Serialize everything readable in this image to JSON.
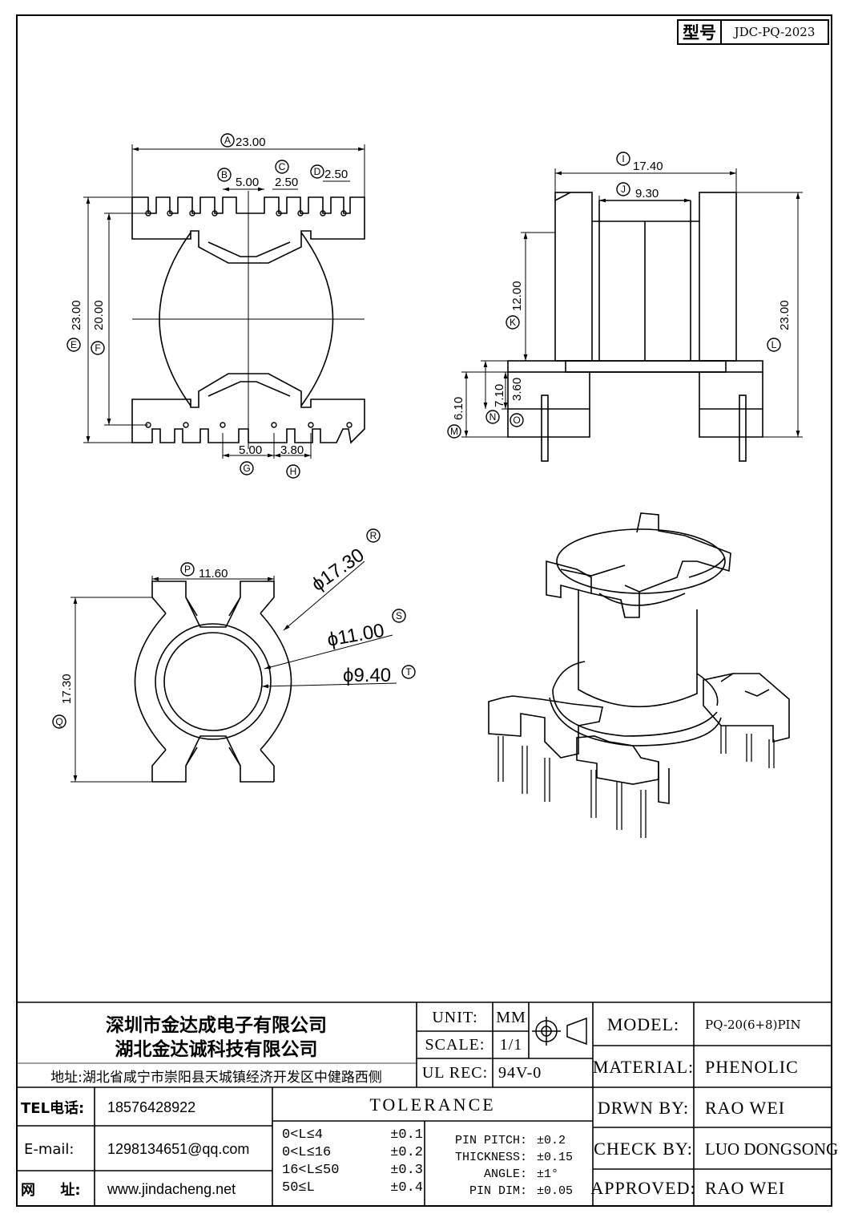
{
  "model_box": {
    "label": "型号",
    "value": "JDC-PQ-2023"
  },
  "dims": {
    "A": "23.00",
    "B": "5.00",
    "C": "2.50",
    "D": "2.50",
    "E": "23.00",
    "F": "20.00",
    "G": "5.00",
    "H": "3.80",
    "I": "17.40",
    "J": "9.30",
    "K": "12.00",
    "L": "23.00",
    "M": "6.10",
    "N": "7.10",
    "O": "3.60",
    "P": "11.60",
    "Q": "17.30",
    "R": "ϕ17.30",
    "S": "ϕ11.00",
    "T": "ϕ9.40"
  },
  "letters": {
    "A": "A",
    "B": "B",
    "C": "C",
    "D": "D",
    "E": "E",
    "F": "F",
    "G": "G",
    "H": "H",
    "I": "I",
    "J": "J",
    "K": "K",
    "L": "L",
    "M": "M",
    "N": "N",
    "O": "O",
    "P": "P",
    "Q": "Q",
    "R": "R",
    "S": "S",
    "T": "T"
  },
  "company": {
    "name1": "深圳市金达成电子有限公司",
    "name2": "湖北金达诚科技有限公司",
    "address": "地址:湖北省咸宁市崇阳县天城镇经济开发区中健路西侧"
  },
  "contact": {
    "tel_label": "TEL电话:",
    "tel": "18576428922",
    "email_label": "E-mail:",
    "email": "1298134651@qq.com",
    "web_label": "网     址:",
    "web": "www.jindacheng.net"
  },
  "spec": {
    "unit_label": "UNIT:",
    "unit": "MM",
    "scale_label": "SCALE:",
    "scale": "1/1",
    "ul_label": "UL REC:",
    "ul": "94V-0"
  },
  "tolerance": {
    "title": "TOLERANCE",
    "rows": [
      {
        "range": "0<L≤4",
        "value": "±0.1"
      },
      {
        "range": "0<L≤16",
        "value": "±0.2"
      },
      {
        "range": "16<L≤50",
        "value": "±0.3"
      },
      {
        "range": "50≤L",
        "value": "±0.4"
      }
    ],
    "extra": [
      {
        "label": "PIN PITCH:",
        "value": "±0.2"
      },
      {
        "label": "THICKNESS:",
        "value": "±0.15"
      },
      {
        "label": "ANGLE:",
        "value": "±1°"
      },
      {
        "label": "PIN DIM:",
        "value": "±0.05"
      }
    ]
  },
  "info": {
    "model_label": "MODEL:",
    "model": "PQ-20(6+8)PIN",
    "material_label": "MATERIAL:",
    "material": "PHENOLIC",
    "drawn_label": "DRWN BY:",
    "drawn": "RAO WEI",
    "check_label": "CHECK BY:",
    "check": "LUO DONGSONG",
    "approved_label": "APPROVED:",
    "approved": "RAO WEI"
  }
}
